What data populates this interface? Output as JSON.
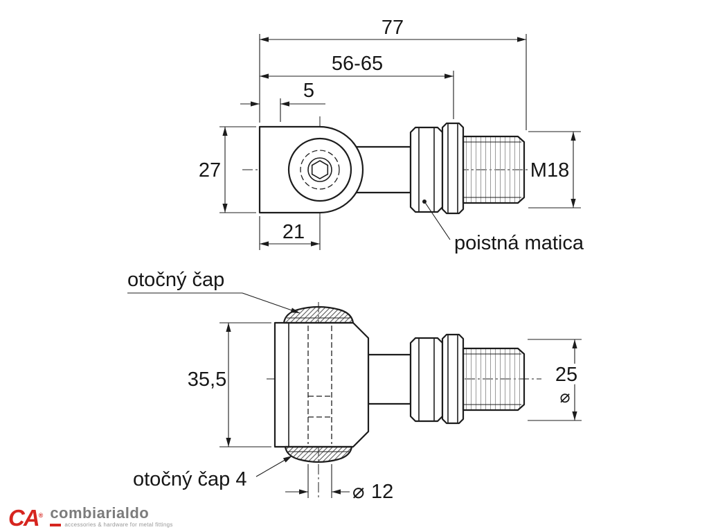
{
  "drawing": {
    "dia_symbol": "⌀",
    "top": {
      "dim_total": "77",
      "dim_range": "56-65",
      "dim_offset": "5",
      "dim_eye_height": "27",
      "dim_eye_center": "21",
      "thread_label": "M18",
      "lock_nut_label": "poistná matica"
    },
    "bottom": {
      "dim_body_height": "35,5",
      "dim_head": "25",
      "dim_pin": "12",
      "pivot_label": "otočný čap",
      "pivot4_label": "otočný čap 4"
    }
  },
  "logo": {
    "mark": "CA",
    "registered": "®",
    "name": "combiarialdo",
    "tagline": "accessories & hardware for metal fittings"
  }
}
